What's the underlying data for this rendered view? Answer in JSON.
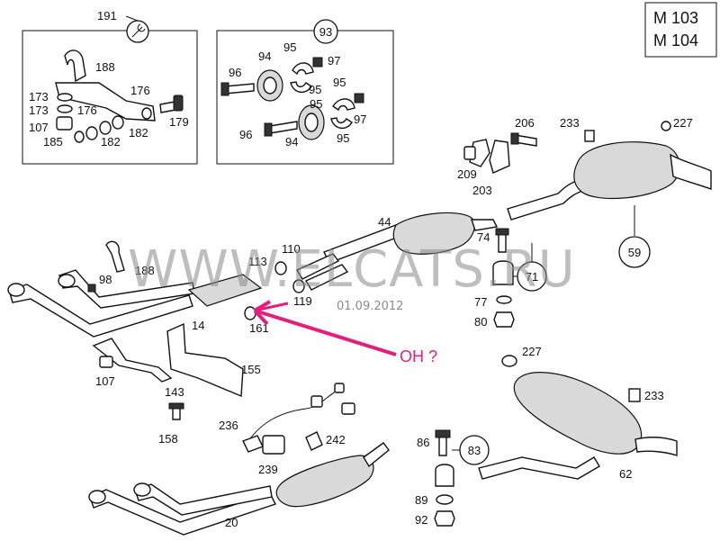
{
  "model_box": {
    "line1": "M 103",
    "line2": "M 104"
  },
  "watermark": {
    "text": "WWW.ELCATS.RU",
    "date": "01.09.2012"
  },
  "annotation": {
    "text": "OH ?",
    "color": "#e0207a"
  },
  "groups": {
    "tool_group": "191",
    "clamp_group": "93",
    "mount_rear": "59",
    "mount_mid": "71",
    "mount_front": "83"
  },
  "labels": {
    "p188a": "188",
    "p173a": "173",
    "p173b": "173",
    "p176a": "176",
    "p176b": "176",
    "p107a": "107",
    "p185": "185",
    "p182a": "182",
    "p182b": "182",
    "p179": "179",
    "p94a": "94",
    "p95a": "95",
    "p97a": "97",
    "p96a": "96",
    "p95b": "95",
    "p95c": "95",
    "p97b": "97",
    "p95d": "95",
    "p96b": "96",
    "p94b": "94",
    "p95e": "95",
    "p206": "206",
    "p233a": "233",
    "p227a": "227",
    "p209": "209",
    "p203": "203",
    "p44": "44",
    "p110": "110",
    "p113": "113",
    "p74": "74",
    "p98": "98",
    "p188b": "188",
    "p14": "14",
    "p119": "119",
    "p161": "161",
    "p77": "77",
    "p80": "80",
    "p107b": "107",
    "p143": "143",
    "p155": "155",
    "p158": "158",
    "p227b": "227",
    "p233b": "233",
    "p236": "236",
    "p242": "242",
    "p239": "239",
    "p86": "86",
    "p89": "89",
    "p92": "92",
    "p62": "62",
    "p20": "20"
  }
}
